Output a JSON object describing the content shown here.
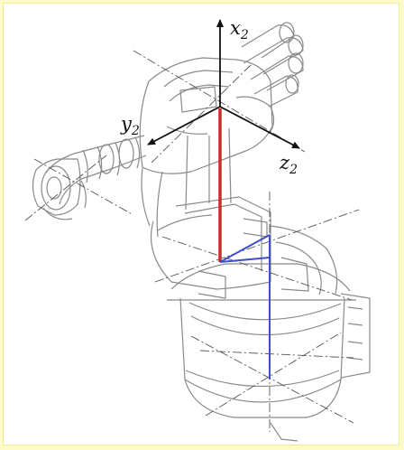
{
  "figure": {
    "background_color": "#fdfbc8",
    "panel_color": "#ffffff",
    "axes": {
      "x": {
        "letter": "x",
        "subscript": "2"
      },
      "y": {
        "letter": "y",
        "subscript": "2"
      },
      "z": {
        "letter": "z",
        "subscript": "2"
      }
    },
    "colors": {
      "axis_arrow": "#111111",
      "link_red": "#cc2b2b",
      "link_blue": "#3f4fc8",
      "robot_outline": "#8a8a8a",
      "centerline": "#555555"
    }
  }
}
